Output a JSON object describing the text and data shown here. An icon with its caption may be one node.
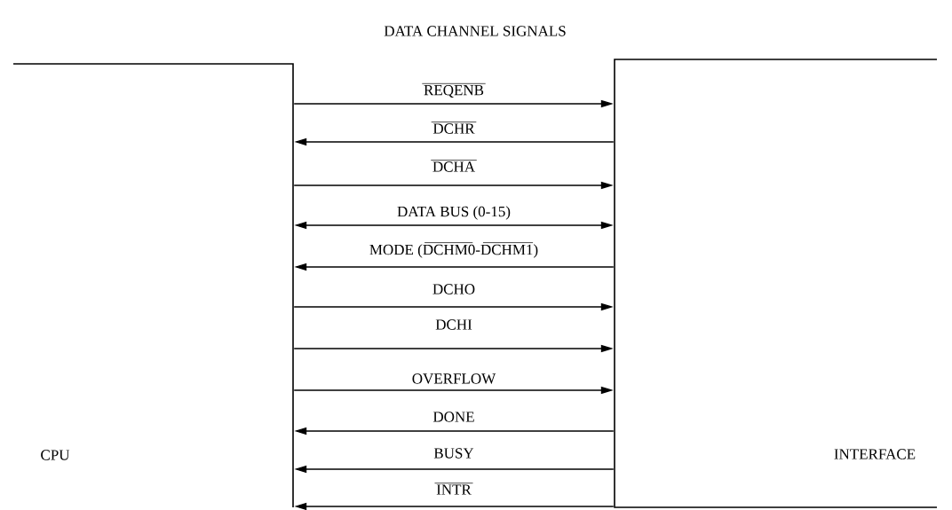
{
  "diagram": {
    "title": "DATA CHANNEL SIGNALS",
    "nodes": [
      {
        "text": [
          "CPU"
        ]
      },
      {
        "text": [
          "INTERFACE"
        ]
      }
    ],
    "edges": [
      {
        "from": 0,
        "to": 1,
        "arrow": "to",
        "label": "REQENB"
      },
      {
        "from": 1,
        "to": 0,
        "arrow": "to",
        "label": "DCHR"
      },
      {
        "from": 0,
        "to": 1,
        "arrow": "to",
        "label": "DCHA"
      },
      {
        "from": 0,
        "to": 1,
        "arrow": "both",
        "label": "DATA BUS (0-15)"
      },
      {
        "from": 1,
        "to": 0,
        "arrow": "to",
        "label": "MODE (DCHM0-DCHM1)"
      },
      {
        "from": 0,
        "to": 1,
        "arrow": "to",
        "label": "DCHO"
      },
      {
        "from": 0,
        "to": 1,
        "arrow": "to",
        "label": "DCHI"
      },
      {
        "from": 0,
        "to": 1,
        "arrow": "to",
        "label": "OVERFLOW"
      },
      {
        "from": 1,
        "to": 0,
        "arrow": "to",
        "label": "DONE"
      },
      {
        "from": 1,
        "to": 0,
        "arrow": "to",
        "label": "BUSY"
      },
      {
        "from": 1,
        "to": 0,
        "arrow": "to",
        "label": "INTR"
      }
    ]
  }
}
